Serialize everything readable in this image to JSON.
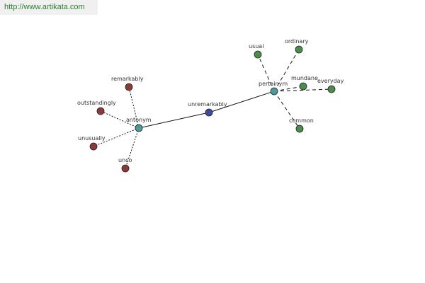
{
  "watermark": {
    "url": "http://www.artikata.com"
  },
  "colors": {
    "center": "#3b4a9c",
    "relation": "#4c9a9c",
    "antonym_leaf": "#8b3a3a",
    "pertainym_leaf": "#4a8c4a"
  },
  "graph": {
    "center": {
      "id": "unremarkably",
      "label": "unremarkably"
    },
    "relations": [
      {
        "id": "antonym",
        "label": "antonym",
        "edge_style": "dotted",
        "leaves": [
          {
            "id": "remarkably",
            "label": "remarkably"
          },
          {
            "id": "outstandingly",
            "label": "outstandingly"
          },
          {
            "id": "unusually",
            "label": "unusually"
          },
          {
            "id": "unco",
            "label": "unco"
          }
        ]
      },
      {
        "id": "pertainym",
        "label": "pertainym",
        "edge_style": "dashed",
        "leaves": [
          {
            "id": "usual",
            "label": "usual"
          },
          {
            "id": "ordinary",
            "label": "ordinary"
          },
          {
            "id": "mundane",
            "label": "mundane"
          },
          {
            "id": "everyday",
            "label": "everyday"
          },
          {
            "id": "common",
            "label": "common"
          }
        ]
      }
    ]
  }
}
